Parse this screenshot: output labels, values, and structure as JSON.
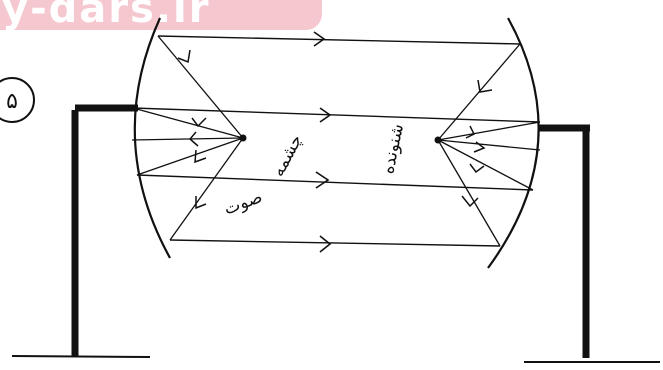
{
  "watermark": {
    "text": "y-dars.ir"
  },
  "problem_number": "۵",
  "labels": {
    "source_line1": "چشمه",
    "source_line2": "صوت",
    "receiver": "شنونده"
  },
  "colors": {
    "ink": "#111111",
    "watermark_bg": "#f5c8cf",
    "watermark_text": "#ffffff"
  }
}
